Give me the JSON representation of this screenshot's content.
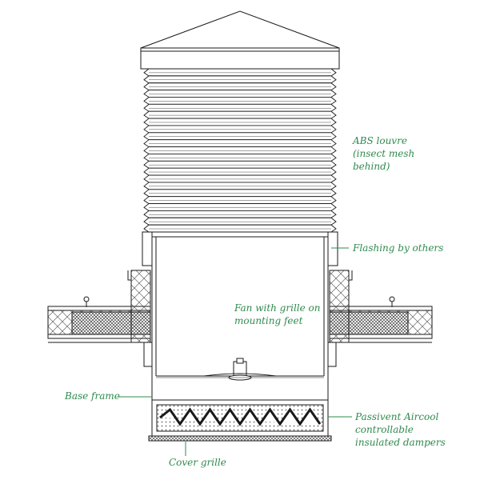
{
  "labels": {
    "louvre": [
      "ABS louvre",
      "(insect mesh",
      "behind)"
    ],
    "flashing": "Flashing by others",
    "fan": [
      "Fan with grille on",
      "mounting feet"
    ],
    "base_frame": "Base frame",
    "dampers": [
      "Passivent Aircool",
      "controllable",
      "insulated dampers"
    ],
    "cover_grille": "Cover grille"
  },
  "colors": {
    "line": "#1a1a1a",
    "label": "#2f8a4e"
  }
}
